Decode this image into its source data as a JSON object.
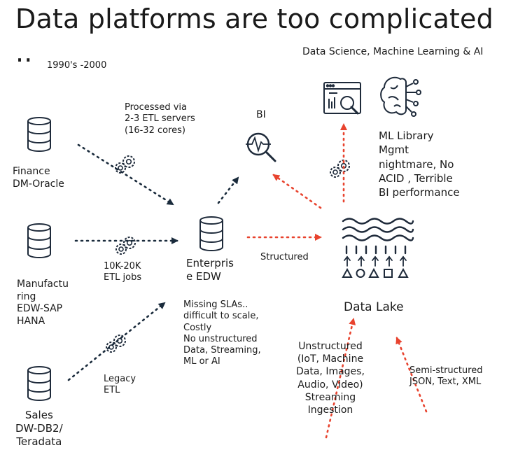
{
  "title": "Data platforms are too complicated ..",
  "era_label": "1990's -2000",
  "ds_ml_label": "Data Science, Machine Learning & AI",
  "sources": {
    "finance": "Finance\nDM-Oracle",
    "manufacturing": "Manufactu\nring\nEDW-SAP\nHANA",
    "sales": "Sales\nDW-DB2/\nTeradata"
  },
  "annotations": {
    "processed": "Processed via\n2-3 ETL servers\n(16-32 cores)",
    "etl_jobs": "10K-20K\nETL jobs",
    "legacy": "Legacy\nETL",
    "structured": "Structured",
    "semi_structured": "Semi-structured\nJSON, Text, XML",
    "unstructured": "Unstructured\n(IoT, Machine\nData, Images,\nAudio, Video)\nStreaming\nIngestion"
  },
  "nodes": {
    "bi": "BI",
    "edw": "Enterpris\ne EDW",
    "edw_issues": "Missing SLAs..\ndifficult to scale,\nCostly\nNo unstructured\nData, Streaming,\nML or AI",
    "data_lake": "Data Lake",
    "ml_issues": "ML Library\nMgmt\nnightmare, No\nACID , Terrible\nBI performance"
  },
  "colors": {
    "ink": "#1e2a3a",
    "dark_arrow": "#1a2b3c",
    "red_arrow": "#e8432e"
  }
}
